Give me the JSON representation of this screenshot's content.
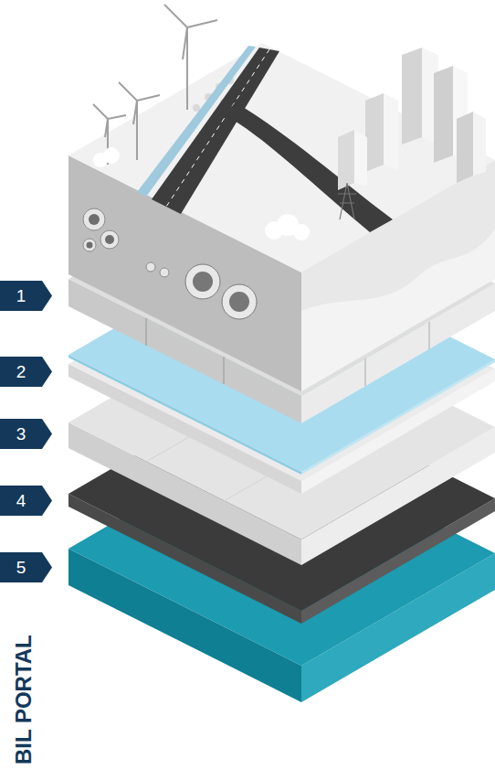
{
  "diagram": {
    "nodes": [
      {
        "text": [
          "1"
        ]
      },
      {
        "text": [
          "2"
        ]
      },
      {
        "text": [
          "3"
        ]
      },
      {
        "text": [
          "4"
        ]
      },
      {
        "text": [
          "5"
        ]
      }
    ],
    "labels": [
      "BIL PORTAL"
    ]
  }
}
